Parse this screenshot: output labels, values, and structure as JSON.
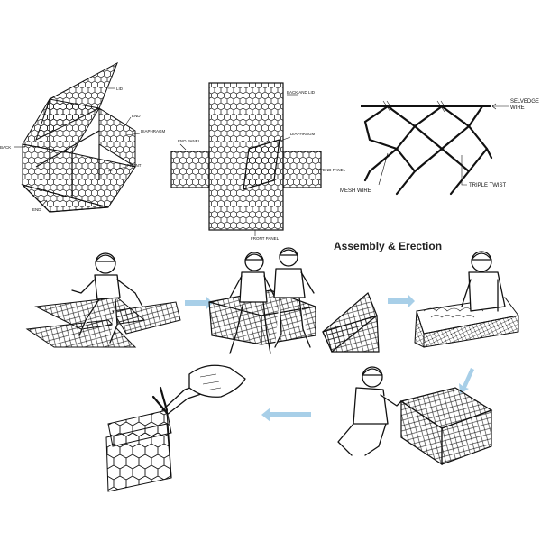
{
  "box_diagram": {
    "labels": {
      "lid": "LID",
      "end_top": "END",
      "diaphragm": "DIAPHRAGM",
      "back": "BACK",
      "front": "FRONT",
      "end_bottom": "END"
    }
  },
  "unfolded_diagram": {
    "labels": {
      "back_and_lid": "BACK AND LID",
      "diaphragm": "DIAPHRAGM",
      "end_panel_left": "END PANEL",
      "end_panel_right": "END PANEL",
      "front_panel": "FRONT PANEL"
    }
  },
  "mesh_detail": {
    "labels": {
      "selvedge_wire": "SELVEDGE\nWIRE",
      "mesh_wire": "MESH WIRE",
      "triple_twist": "TRIPLE TWIST"
    }
  },
  "assembly": {
    "title": "Assembly & Erection"
  },
  "colors": {
    "arrow": "#a8cfe8",
    "ink": "#111111",
    "background": "#ffffff"
  }
}
